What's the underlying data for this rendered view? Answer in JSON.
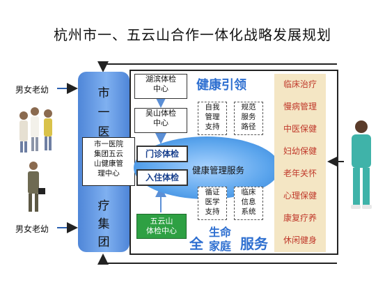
{
  "title": "杭州市一、五云山合作一体化战略发展规划",
  "audience": {
    "top": "男女老幼",
    "bottom": "男女老幼"
  },
  "hospital_group": {
    "chars": [
      "市",
      "一",
      "医",
      "疗",
      "集",
      "团"
    ]
  },
  "group_box": {
    "lines": [
      "市一医院",
      "集团五云",
      "山健康管",
      "理中心"
    ]
  },
  "checkup_centers": [
    {
      "lines": [
        "湖滨体检",
        "中心"
      ]
    },
    {
      "lines": [
        "吴山体检",
        "中心"
      ]
    }
  ],
  "wuyunshan_center": {
    "lines": [
      "五云山",
      "体检中心"
    ]
  },
  "services": {
    "outpatient": "门诊体检",
    "inpatient": "入住体检"
  },
  "health_lead": "健康引领",
  "health_management": "健康管理服务",
  "top_boxes": [
    {
      "lines": [
        "自我",
        "管理",
        "支持"
      ]
    },
    {
      "lines": [
        "规范",
        "服务",
        "路径"
      ]
    }
  ],
  "bottom_boxes": [
    {
      "lines": [
        "循证",
        "医学",
        "支持"
      ]
    },
    {
      "lines": [
        "临床",
        "信息",
        "系统"
      ]
    }
  ],
  "full_service": {
    "prefix": "全",
    "life": "生命",
    "family": "家庭",
    "suffix": "服务"
  },
  "side_items": [
    "临床治疗",
    "慢病管理",
    "中医保健",
    "妇幼保健",
    "老年关怀",
    "心理保健",
    "康复疗养",
    "休闲健身"
  ],
  "colors": {
    "side_text": "#c0392b",
    "accent_blue": "#2e6fd0",
    "green": "#2ea043"
  }
}
